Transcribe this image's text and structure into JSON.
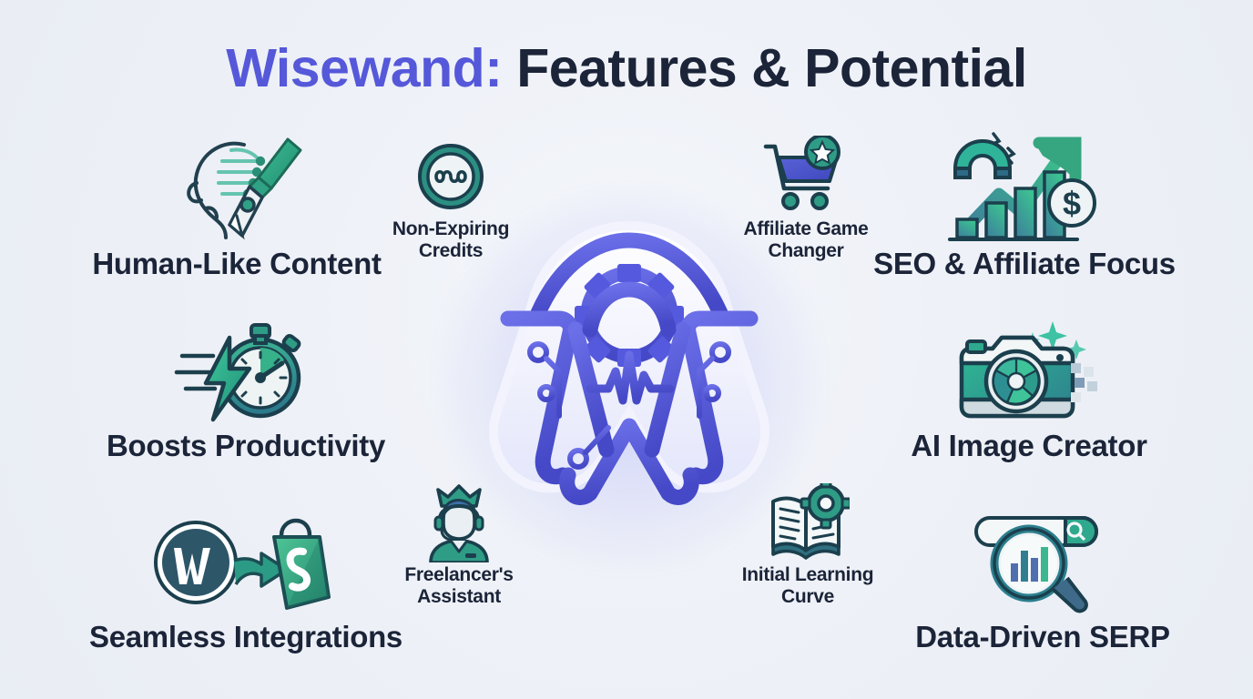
{
  "background_color": "#eef1f7",
  "title": {
    "brand": "Wisewand:",
    "rest": " Features & Potential",
    "brand_color": "#5558d9",
    "rest_color": "#1b2438"
  },
  "logo": {
    "name": "wisewand-logo",
    "letter": "W",
    "primary_color": "#5559dd",
    "badge_color": "#eceefc"
  },
  "features": {
    "outer": [
      {
        "id": "human-like-content",
        "label": "Human-Like Content",
        "icon": "head-profile-fountain-pen-icon",
        "accent": "#2f9c7e"
      },
      {
        "id": "boosts-productivity",
        "label": "Boosts Productivity",
        "icon": "stopwatch-lightning-bolt-icon",
        "accent": "#2f9c7e"
      },
      {
        "id": "seamless-integrations",
        "label": "Seamless Integrations",
        "icon": "wordpress-arrow-shopify-icon",
        "accent": "#34a37f"
      },
      {
        "id": "seo-affiliate-focus",
        "label": "SEO & Affiliate Focus",
        "icon": "magnet-growth-chart-dollar-icon",
        "accent": "#33a07d"
      },
      {
        "id": "ai-image-creator",
        "label": "AI Image Creator",
        "icon": "camera-sparkles-pixels-icon",
        "accent": "#2aa383"
      },
      {
        "id": "data-driven-serp",
        "label": "Data-Driven SERP",
        "icon": "search-bar-magnifier-chart-icon",
        "accent": "#2f8f7e"
      }
    ],
    "inner": [
      {
        "id": "non-expiring-credits",
        "label": "Non-Expiring\nCredits",
        "icon": "infinity-coin-icon",
        "accent": "#2e9b84"
      },
      {
        "id": "affiliate-game-changer",
        "label": "Affiliate Game\nChanger",
        "icon": "shopping-cart-star-icon",
        "accent": "#4a52c8"
      },
      {
        "id": "freelancers-assistant",
        "label": "Freelancer's\nAssistant",
        "icon": "headset-person-crown-icon",
        "accent": "#2f8f7e"
      },
      {
        "id": "initial-learning-curve",
        "label": "Initial Learning\nCurve",
        "icon": "open-book-gear-icon",
        "accent": "#2f8f7e"
      }
    ]
  },
  "chart_data": {
    "type": "diagram",
    "title": "Wisewand: Features & Potential",
    "layout": "radial feature map, central logo with 10 labelled nodes",
    "nodes": [
      "Human-Like Content",
      "Non-Expiring Credits",
      "Affiliate Game Changer",
      "SEO & Affiliate Focus",
      "Boosts Productivity",
      "AI Image Creator",
      "Seamless Integrations",
      "Freelancer's Assistant",
      "Initial Learning Curve",
      "Data-Driven SERP"
    ]
  }
}
